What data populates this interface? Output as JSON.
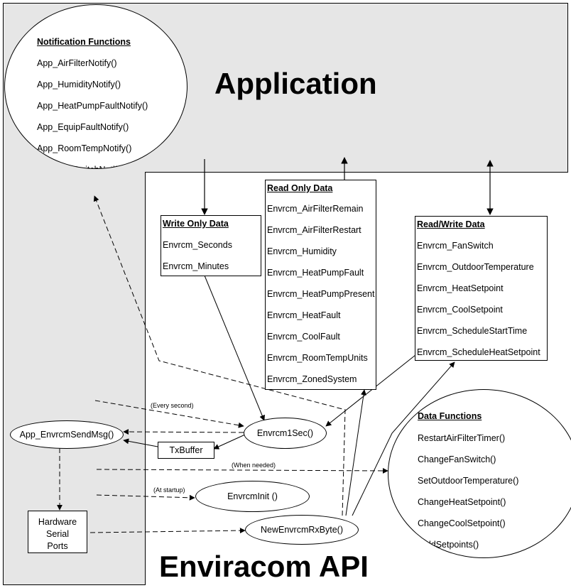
{
  "application": {
    "title": "Application"
  },
  "api": {
    "title": "Enviracom API"
  },
  "notification_functions": {
    "header": "Notification Functions",
    "items": [
      "App_AirFilterNotify()",
      "App_HumidityNotify()",
      "App_HeatPumpFaultNotify()",
      "App_EquipFaultNotify()",
      "App_RoomTempNotify()",
      "App_FanSwitchNotify()"
    ]
  },
  "write_only": {
    "header": "Write Only Data",
    "items": [
      "Envrcm_Seconds",
      "Envrcm_Minutes"
    ]
  },
  "read_only": {
    "header": "Read Only Data",
    "items": [
      "Envrcm_AirFilterRemain",
      "Envrcm_AirFilterRestart",
      "Envrcm_Humidity",
      "Envrcm_HeatPumpFault",
      "Envrcm_HeatPumpPresent",
      "Envrcm_HeatFault",
      "Envrcm_CoolFault",
      "Envrcm_RoomTempUnits",
      "Envrcm_ZonedSystem"
    ]
  },
  "read_write": {
    "header": "Read/Write Data",
    "items": [
      "Envrcm_FanSwitch",
      "Envrcm_OutdoorTemperature",
      "Envrcm_HeatSetpoint",
      "Envrcm_CoolSetpoint",
      "Envrcm_ScheduleStartTime",
      "Envrcm_ScheduleHeatSetpoint"
    ]
  },
  "data_functions": {
    "header": "Data Functions",
    "items": [
      "RestartAirFilterTimer()",
      "ChangeFanSwitch()",
      "SetOutdoorTemperature()",
      "ChangeHeatSetpoint()",
      "ChangeCoolSetpoint()",
      "HoldSetpoints()"
    ]
  },
  "nodes": {
    "send_msg": "App_EnvrcmSendMsg()",
    "tx_buffer": "TxBuffer",
    "one_sec": "Envrcm1Sec()",
    "init": "EnvrcmInit ()",
    "rx_byte": "NewEnvrcmRxByte()",
    "hardware": "Hardware\nSerial\nPorts"
  },
  "triggers": {
    "every_second": "(Every second)",
    "when_needed": "(When needed)",
    "at_startup": "(At startup)"
  }
}
